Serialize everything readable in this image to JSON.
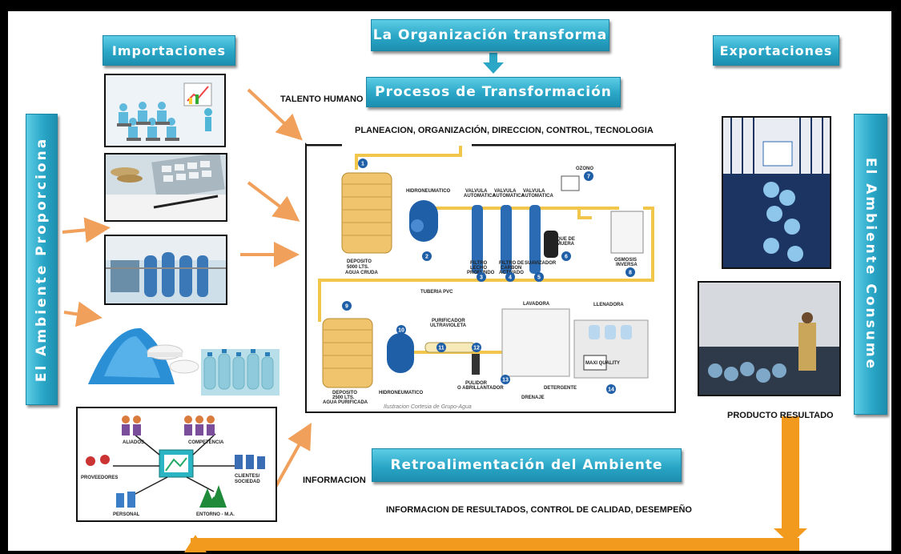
{
  "banners": {
    "top": "La Organización transforma",
    "importaciones": "Importaciones",
    "exportaciones": "Exportaciones",
    "procesos": "Procesos de Transformación",
    "retro": "Retroalimentación del Ambiente",
    "ambiente_proporciona": "El Ambiente Proporciona",
    "ambiente_consume": "El Ambiente Consume"
  },
  "labels": {
    "talento": "TALENTO HUMANO",
    "planeacion": "PLANEACION, ORGANIZACIÓN, DIRECCION, CONTROL, TECNOLOGIA",
    "informacion": "INFORMACION",
    "informacion_resultados": "INFORMACION DE RESULTADOS, CONTROL DE CALIDAD, DESEMPEÑO",
    "producto": "PRODUCTO RESULTADO"
  },
  "process_diagram": {
    "steps": [
      "1",
      "2",
      "3",
      "4",
      "5",
      "6",
      "7",
      "8",
      "9",
      "10",
      "11",
      "12",
      "13",
      "14"
    ],
    "texts": {
      "deposito1": [
        "DEPOSITO",
        "5000 LTS.",
        "AGUA CRUDA"
      ],
      "hidro1": "HIDRONEUMATICO",
      "valvula": [
        "VALVULA",
        "AUTOMATICA"
      ],
      "filtro_lecho": [
        "FILTRO",
        "LECHO",
        "PROFUNDO"
      ],
      "filtro_carbon": [
        "FILTRO DE",
        "CARBON",
        "ACTIVADO"
      ],
      "suavizador": "SUAVIZADOR",
      "tanque": [
        "TANQUE DE",
        "SALMUERA"
      ],
      "ozono": "OZONO",
      "osmosis": [
        "OSMOSIS",
        "INVERSA"
      ],
      "tuberia": "TUBERIA PVC",
      "deposito2": [
        "DEPOSITO",
        "2500 LTS.",
        "AGUA PURIFICADA"
      ],
      "hidro2": "HIDRONEUMATICO",
      "purificador": [
        "PURIFICADOR",
        "ULTRAVIOLETA"
      ],
      "pulidor": [
        "PULIDOR",
        "O ABRILLANTADOR"
      ],
      "lavadora": "LAVADORA",
      "llenadora": "LLENADORA",
      "detergente": "DETERGENTE",
      "drenaje": "DRENAJE",
      "maxi": "MAXI QUALITY",
      "credit": "Ilustracion Cortesia de Grupo-Agua"
    }
  },
  "stakeholders": {
    "aliados": "ALIADOS",
    "competencia": "COMPETENCIA",
    "proveedores": "PROVEEDORES",
    "clientes": [
      "CLIENTES/",
      "SOCIEDAD"
    ],
    "personal": "PERSONAL",
    "entorno": "ENTORNO - M.A."
  }
}
